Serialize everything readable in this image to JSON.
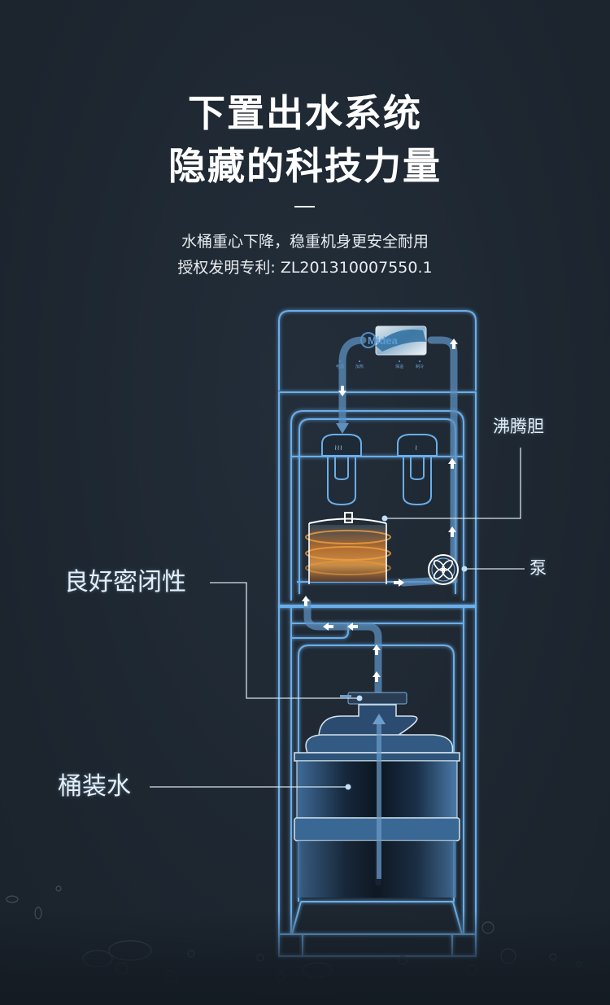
{
  "headline": {
    "line1": "下置出水系统",
    "line2": "隐藏的科技力量"
  },
  "subtitle": {
    "line1": "水桶重心下降，稳重机身更安全耐用",
    "line2": "授权发明专利: ZL201310007550.1"
  },
  "brand": "Midea",
  "panel_buttons": [
    "电源",
    "加热",
    "保温",
    "制冷"
  ],
  "callouts": {
    "boiling_tank": "沸腾胆",
    "pump": "泵",
    "sealing": "良好密闭性",
    "bottled_water": "桶装水"
  },
  "tap_icons": {
    "hot": "hot-steam-icon",
    "warm": "warm-steam-icon"
  },
  "colors": {
    "background": "#1f2832",
    "outline": "#6aaeea",
    "flow_pipe": "#5d8fbf",
    "text": "#ffffff"
  }
}
